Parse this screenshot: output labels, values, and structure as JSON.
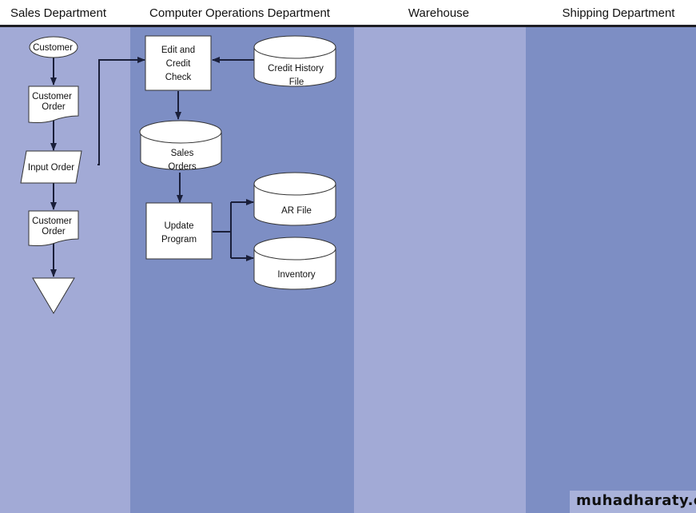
{
  "lanes": [
    {
      "title": "Sales Department",
      "color": "#a2aad6"
    },
    {
      "title": "Computer Operations Department",
      "color": "#7d8ec4"
    },
    {
      "title": "Warehouse",
      "color": "#a2aad6"
    },
    {
      "title": "Shipping Department",
      "color": "#7d8ec4"
    }
  ],
  "nodes": {
    "customer": "Customer",
    "customer_order_1": [
      "Customer",
      "Order"
    ],
    "input_order": "Input Order",
    "customer_order_2": [
      "Customer",
      "Order"
    ],
    "edit_credit_check": [
      "Edit and",
      "Credit",
      "Check"
    ],
    "credit_history_file": [
      "Credit History",
      "File"
    ],
    "sales_orders": [
      "Sales",
      "Orders"
    ],
    "update_program": [
      "Update",
      "Program"
    ],
    "ar_file": "AR File",
    "inventory": "Inventory"
  },
  "watermark": "muhadharaty.com"
}
